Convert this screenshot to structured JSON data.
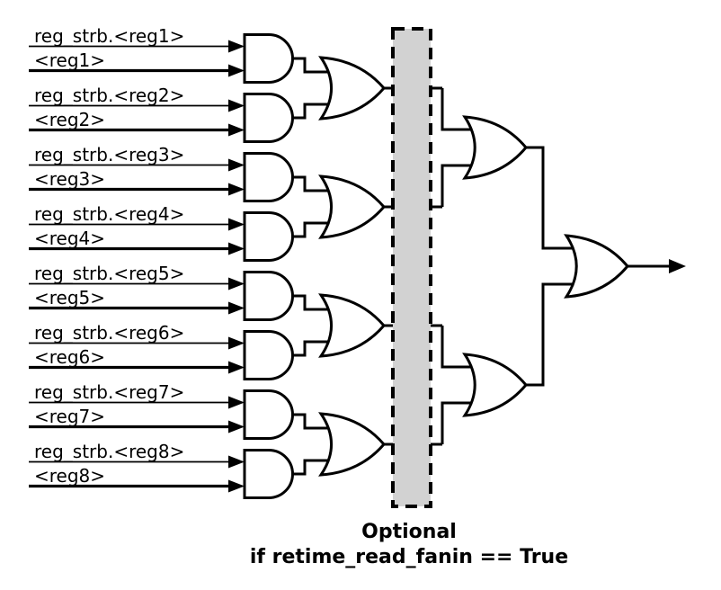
{
  "diagram": {
    "inputs": [
      {
        "strobe_label": "reg_strb.<reg1>",
        "reg_label": "<reg1>"
      },
      {
        "strobe_label": "reg_strb.<reg2>",
        "reg_label": "<reg2>"
      },
      {
        "strobe_label": "reg_strb.<reg3>",
        "reg_label": "<reg3>"
      },
      {
        "strobe_label": "reg_strb.<reg4>",
        "reg_label": "<reg4>"
      },
      {
        "strobe_label": "reg_strb.<reg5>",
        "reg_label": "<reg5>"
      },
      {
        "strobe_label": "reg_strb.<reg6>",
        "reg_label": "<reg6>"
      },
      {
        "strobe_label": "reg_strb.<reg7>",
        "reg_label": "<reg7>"
      },
      {
        "strobe_label": "reg_strb.<reg8>",
        "reg_label": "<reg8>"
      }
    ],
    "caption": {
      "line1": "Optional",
      "line2": "if retime_read_fanin == True"
    },
    "structure": {
      "and_gates": 8,
      "or_gates_stage1": 4,
      "or_gates_stage2": 2,
      "or_gates_final": 1,
      "optional_region": "retime column between stage-1 and stage-2 OR gates"
    },
    "colors": {
      "line": "#000000",
      "gate_fill": "#ffffff",
      "optional_box_fill": "#d2d2d2",
      "text": "#000000",
      "background": "#ffffff"
    }
  }
}
